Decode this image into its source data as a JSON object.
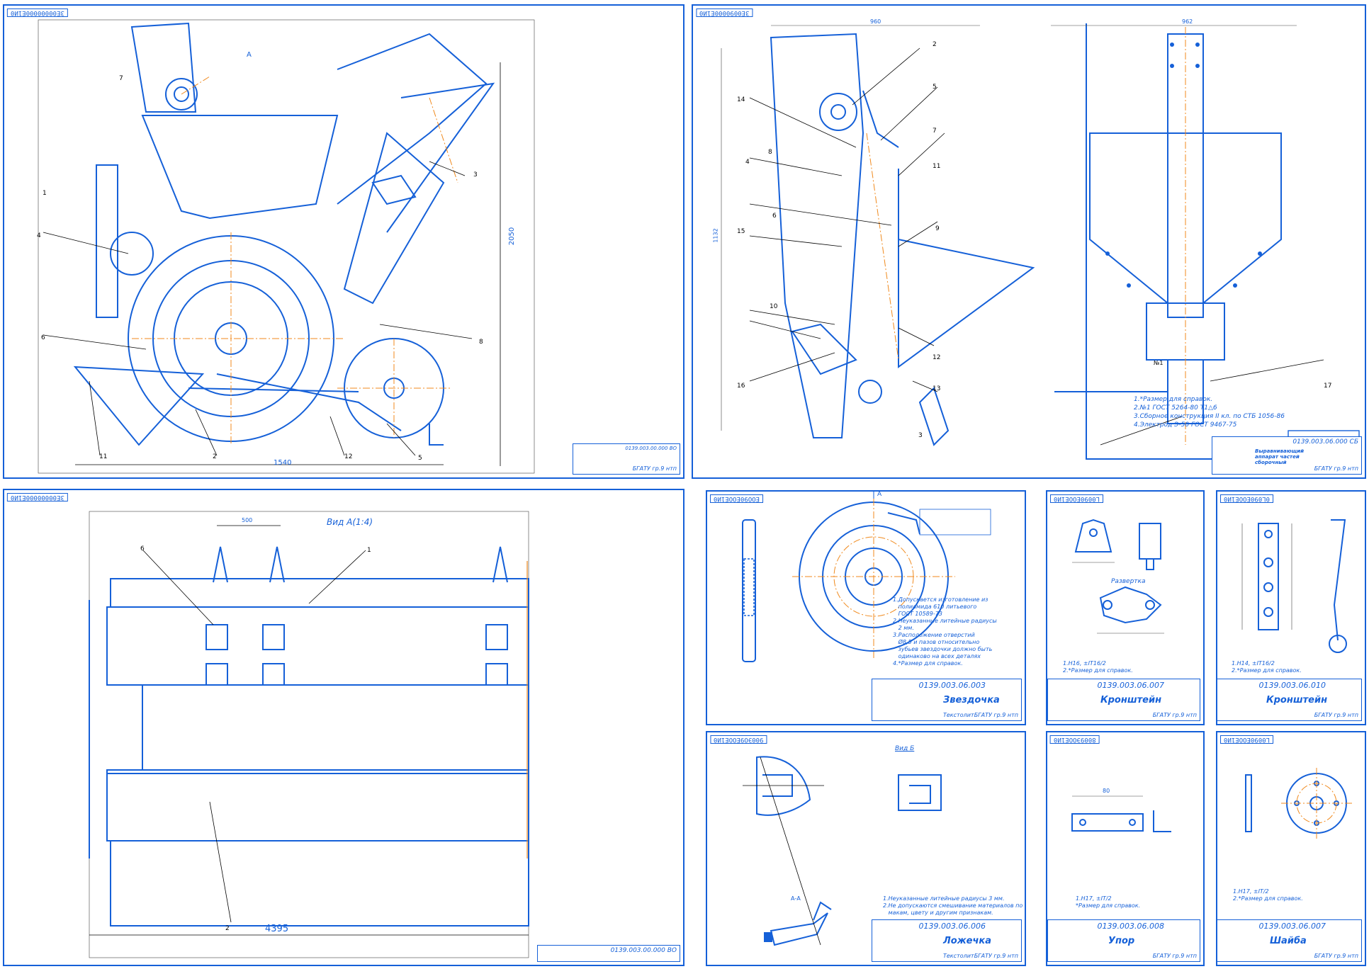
{
  "colors": {
    "line": "#1560d8",
    "axis": "#f08a1e",
    "callout": "#000000",
    "bg": "#ffffff"
  },
  "sheets": {
    "s1": {
      "tag": "ЗЕ00000000Е1И0",
      "dim_width": "1540",
      "dim_height": "2050",
      "view_label": "А",
      "titleblock_number": "0139.003.00.000 ВО",
      "titleblock_org": "БГАТУ гр.9 нтп",
      "callouts": [
        "1",
        "2",
        "3",
        "4",
        "5",
        "6",
        "7",
        "8",
        "11",
        "12"
      ]
    },
    "s2": {
      "tag": "ЗЕ0090000Е1И0",
      "dim_left": "960",
      "dim_right": "962",
      "dim_height": "1132",
      "notes": "1.*Размер для справок.\n2.№1 ГОСТ 5264-80 Т1△6\n3.Сборное конструкция II кл. по СТБ 1056-86\n4.Электрод Э-50 ГОСТ 9467-75",
      "weld_mark": "№1",
      "titleblock_number": "0139.003.06.000 СБ",
      "titleblock_name": "Выравнивающий аппарат частей сборочный",
      "titleblock_org": "БГАТУ гр.9 нтп",
      "callouts": [
        "2",
        "3",
        "4",
        "5",
        "6",
        "7",
        "8",
        "9",
        "10",
        "11",
        "12",
        "13",
        "14",
        "15",
        "16",
        "17"
      ]
    },
    "s3": {
      "tag": "ЗЕ00000000Е1И0",
      "view_title": "Вид А(1:4)",
      "dim_top": "500",
      "dim_total": "4395",
      "titleblock_number": "0139.003.00.000 ВО",
      "callouts": [
        "1",
        "2",
        "6"
      ]
    },
    "s4": {
      "tag": "ЕОО90ЕООЕ1И0",
      "notes": "1.Допускается изготовление из\n   полиамида 610 литьевого\n   ГОСТ 10589-73\n2.Неуказанные литейные радиусы\n   2 мм.\n3.Расположение отверстий\n   Ø8,5 и пазов относительно\n   зубьев звездочки должно быть\n   одинаково на всех деталях\n4.*Размер для справок.",
      "section_label": "А",
      "titleblock_number": "0139.003.06.003",
      "titleblock_name": "Звездочка",
      "titleblock_material": "Текстолит",
      "titleblock_org": "БГАТУ гр.9 нтп"
    },
    "s5": {
      "tag": "L0090ЕООЕ1И0",
      "razvertka": "Развертка",
      "notes": "1.H16, ±IT16/2\n2.*Размер для справок.",
      "titleblock_number": "0139.003.06.007",
      "titleblock_name": "Кронштейн",
      "titleblock_org": "БГАТУ гр.9 нтп"
    },
    "s6": {
      "tag": "0L090ЕООЕ1И0",
      "notes": "1.H14, ±IT16/2\n2.*Размер для справок.",
      "titleblock_number": "0139.003.06.010",
      "titleblock_name": "Кронштейн",
      "titleblock_org": "БГАТУ гр.9 нтп"
    },
    "s7": {
      "tag": "900ЭО9ЕООЕ1И0",
      "view_b": "Вид Б",
      "section_aa": "А-А",
      "notes": "1.Неуказанные литейные радиусы 3 мм.\n2.Не допускаются смешивание материалов по\n   макам, цвету и другим признакам.",
      "titleblock_number": "0139.003.06.006",
      "titleblock_name": "Ложечка",
      "titleblock_material": "Текстолит",
      "titleblock_org": "БГАТУ гр.9 нтп"
    },
    "s8": {
      "tag": "8009ЭООЕ1И0",
      "notes": "1.H17, ±IT/2\n*Размер для справок.",
      "dim_len": "80",
      "titleblock_number": "0139.003.06.008",
      "titleblock_name": "Упор",
      "titleblock_org": "БГАТУ гр.9 нтп"
    },
    "s9": {
      "tag": "L0090ЕООЕ1И0",
      "notes": "1.H17, ±IT/2\n2.*Размер для справок.",
      "titleblock_number": "0139.003.06.007",
      "titleblock_name": "Шайба",
      "titleblock_org": "БГАТУ гр.9 нтп"
    }
  }
}
